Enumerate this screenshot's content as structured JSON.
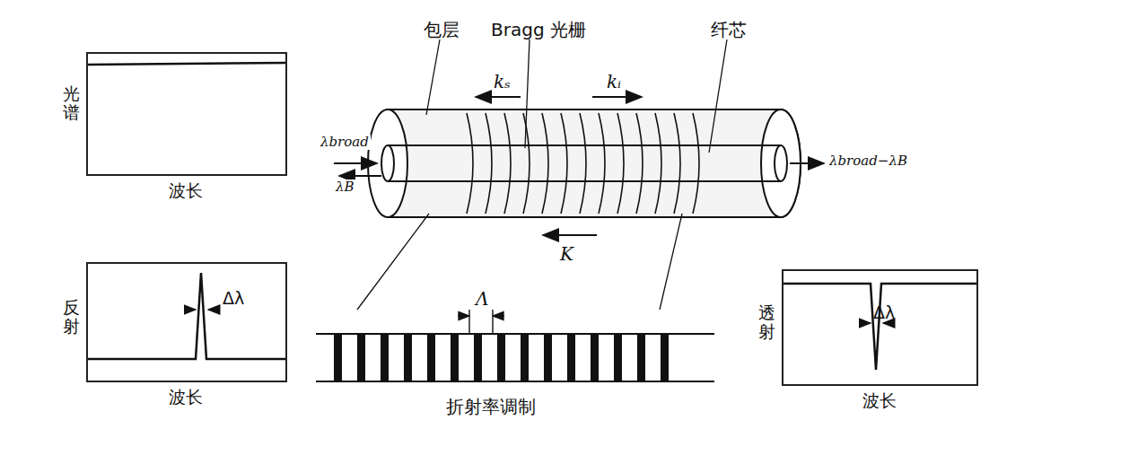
{
  "diagram": {
    "nodes": [
      {
        "text": [
          "光谱",
          "波长"
        ]
      },
      {
        "text": [
          "反射",
          "波长",
          "Δλ"
        ]
      },
      {
        "text": [
          "透射",
          "波长",
          "Δλ"
        ]
      }
    ],
    "labels": [
      "包层",
      "Bragg 光栅",
      "纤芯",
      "kₛ",
      "kᵢ",
      "K",
      "λbroad",
      "λB",
      "λbroad−λB",
      "Λ",
      "折射率调制"
    ]
  }
}
